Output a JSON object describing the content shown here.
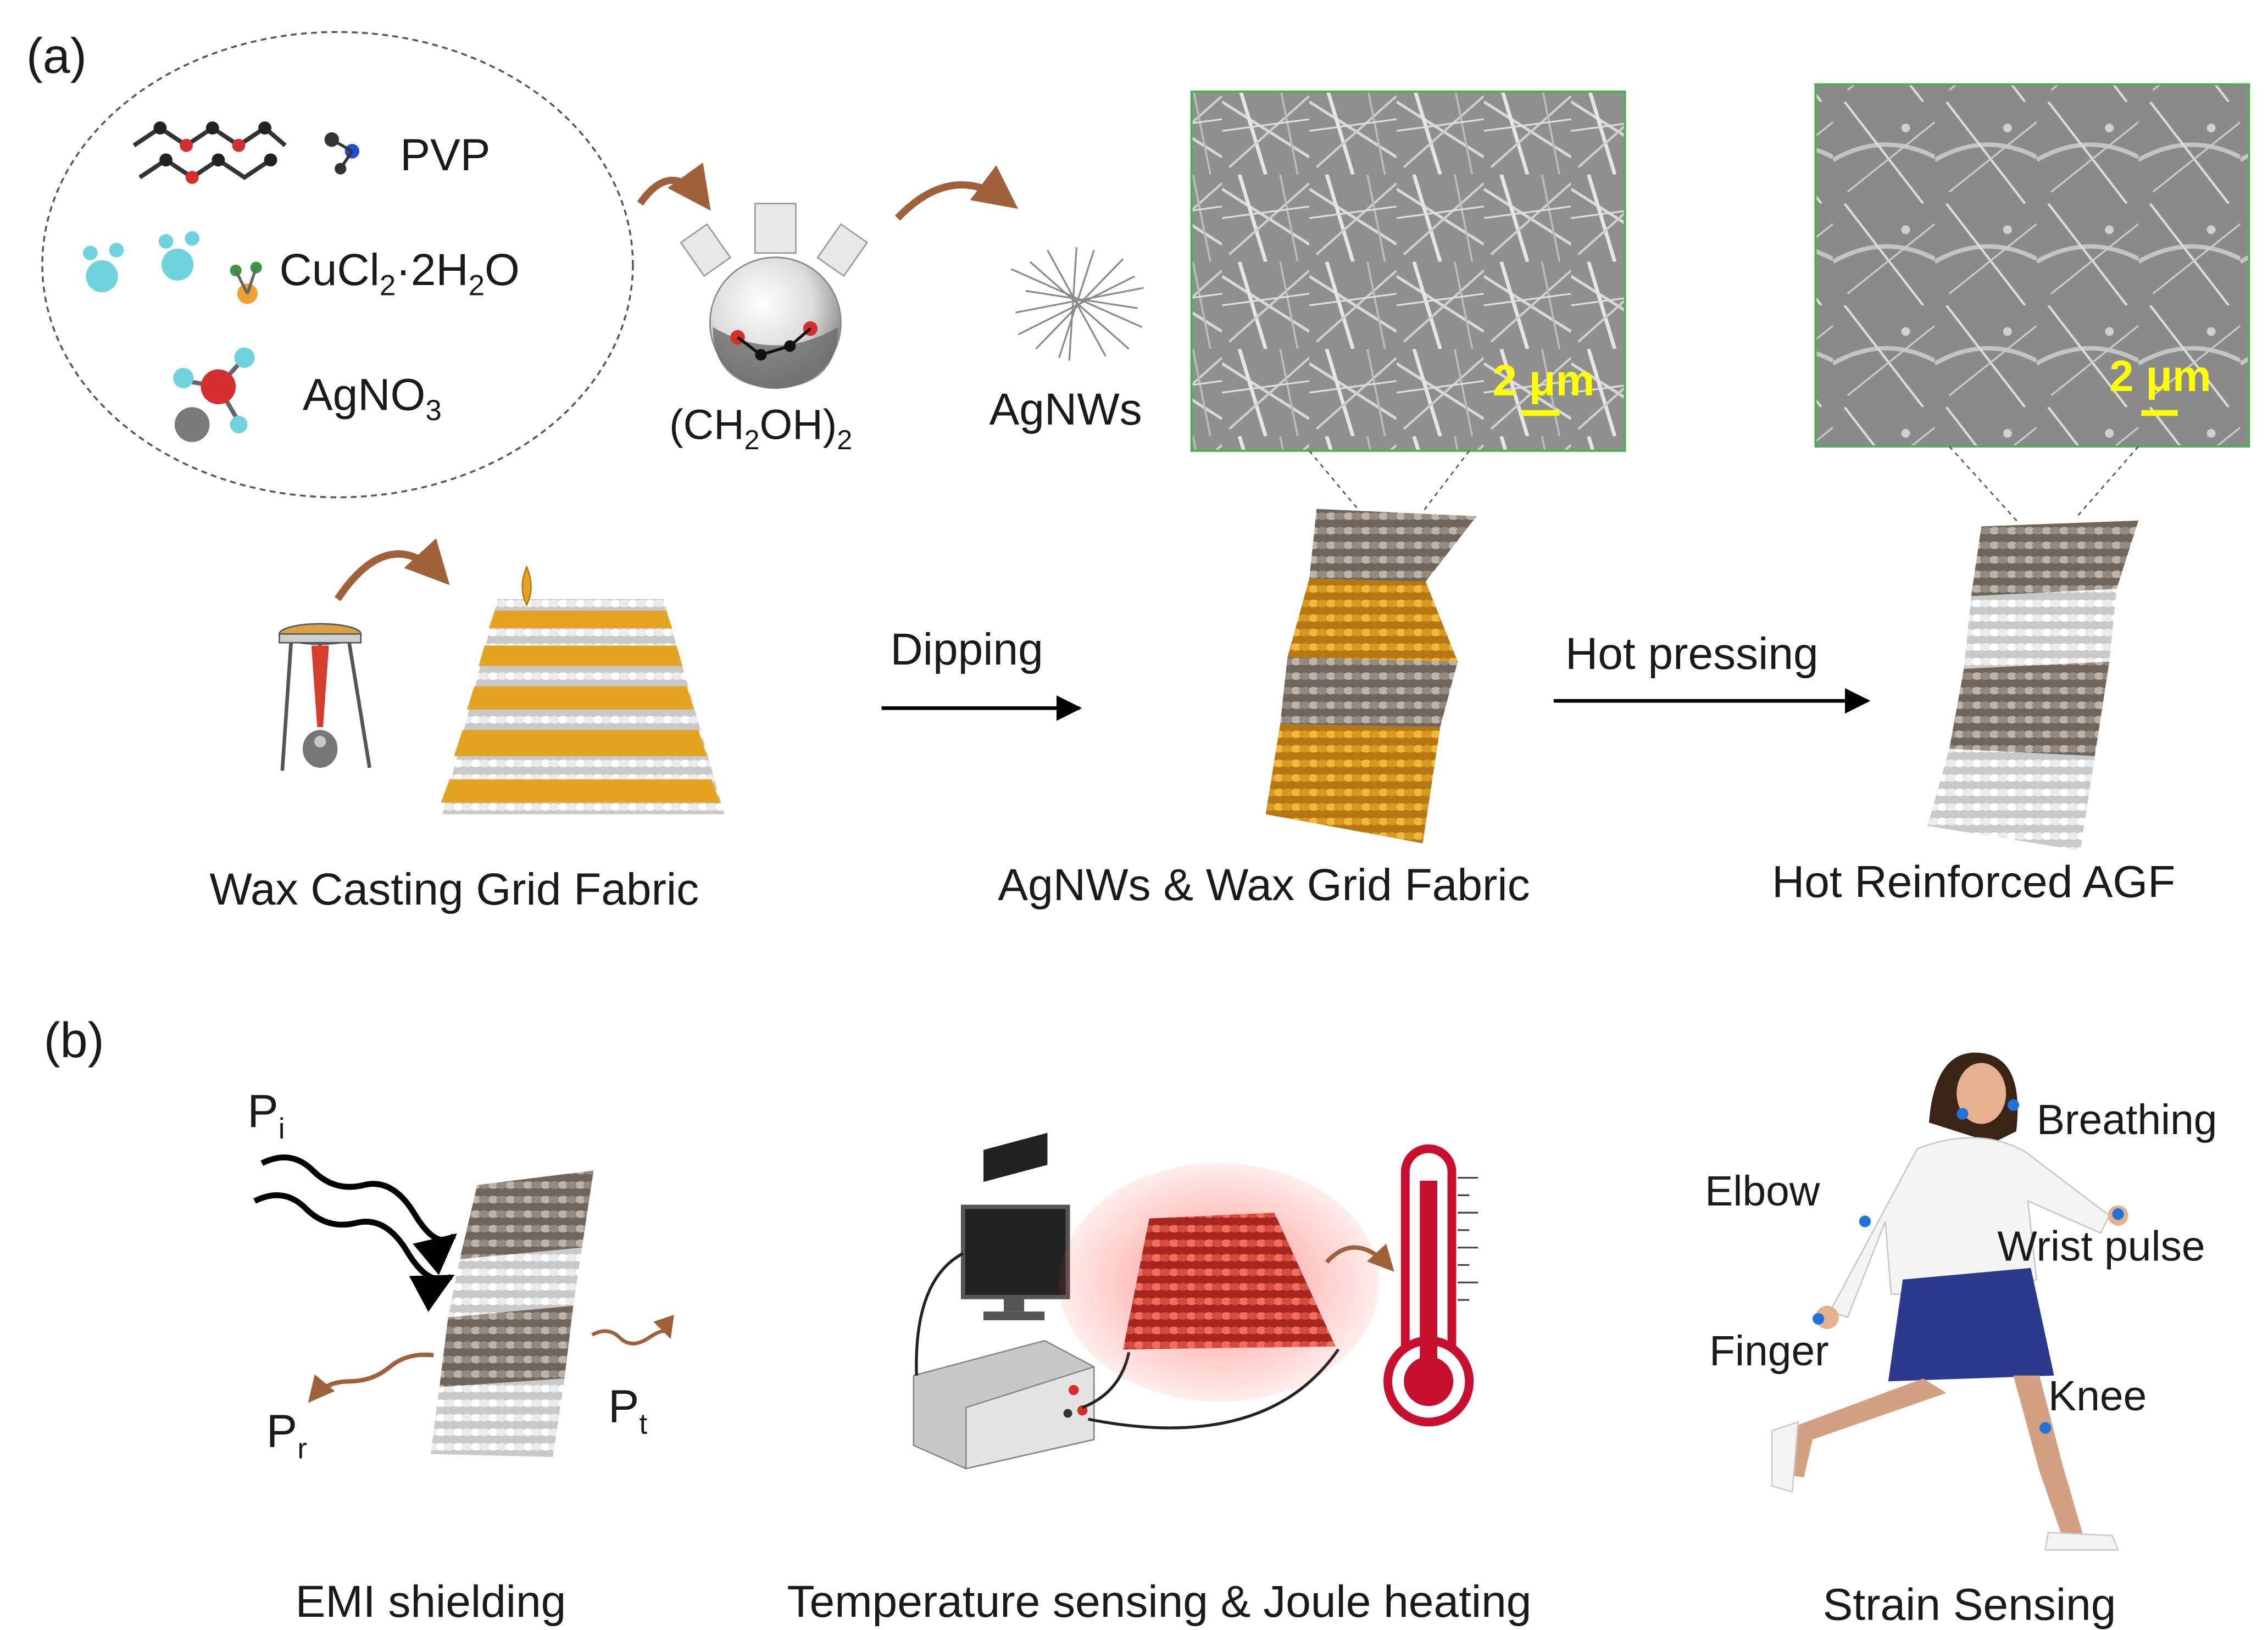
{
  "panels": {
    "a": "(a)",
    "b": "(b)"
  },
  "synthesis": {
    "reagents": {
      "pvp": "PVP",
      "cucl2": "CuCl2·2H2O",
      "agno3": "AgNO3"
    },
    "solvent": "(CH2OH)2",
    "product": "AgNWs"
  },
  "sem": {
    "scale_left": "2 μm",
    "scale_right": "2 μm"
  },
  "process": {
    "step1_label": "Wax Casting Grid Fabric",
    "dipping": "Dipping",
    "step2_label": "AgNWs & Wax Grid Fabric",
    "hot_pressing": "Hot pressing",
    "step3_label": "Hot Reinforced AGF"
  },
  "applications": {
    "emi": {
      "incident": "Pi",
      "reflected": "Pr",
      "transmitted": "Pt",
      "label": "EMI shielding"
    },
    "thermal": {
      "label": "Temperature sensing & Joule heating"
    },
    "strain": {
      "breathing": "Breathing",
      "elbow": "Elbow",
      "wrist": "Wrist pulse",
      "finger": "Finger",
      "knee": "Knee",
      "label": "Strain Sensing"
    }
  },
  "colors": {
    "gold": "#e5a324",
    "arrow_brown": "#a0613a",
    "thermo_red": "#c8102e",
    "skirt_blue": "#2b3a8c",
    "scale_yellow": "#ffff00",
    "sem_border": "#4caf50"
  }
}
